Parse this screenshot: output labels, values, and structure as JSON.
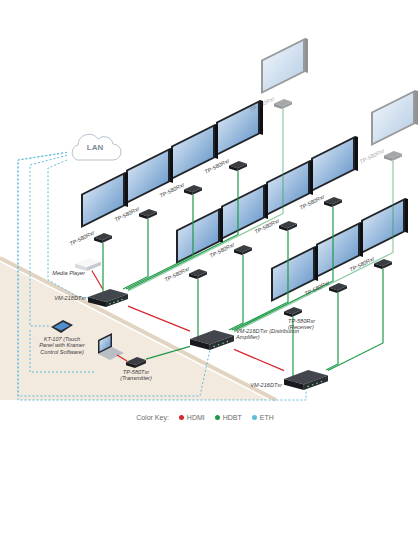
{
  "diagram": {
    "nodes": [
      {
        "text": [
          "LAN"
        ]
      },
      {
        "text": [
          "TP-580Rxr"
        ]
      },
      {
        "text": [
          "TP-580Rxr"
        ]
      },
      {
        "text": [
          "TP-580Rxr"
        ]
      },
      {
        "text": [
          "TP-580Rxr"
        ]
      },
      {
        "text": [
          "TP-580Rxr"
        ]
      },
      {
        "text": [
          "TP-580Rxr"
        ]
      },
      {
        "text": [
          "TP-580Rxr"
        ]
      },
      {
        "text": [
          "TP-580Rxr"
        ]
      },
      {
        "text": [
          "TP-580Rxr"
        ]
      },
      {
        "text": [
          "Media Player"
        ]
      },
      {
        "text": [
          "TP-580Rxr"
        ]
      },
      {
        "text": [
          "TP-580Rxr"
        ]
      },
      {
        "text": [
          "TP-580Rxr"
        ]
      },
      {
        "text": [
          "VM-216DTxr"
        ]
      },
      {
        "text": [
          "TP-580Rxr (Receiver)"
        ]
      },
      {
        "text": [
          "KT-107 (Touch Panel with Kramer Control Software)"
        ]
      },
      {
        "text": [
          "VM-216DTxr (Distribution Amplifier)"
        ]
      },
      {
        "text": [
          "TP-580Txr (Transmitter)"
        ]
      },
      {
        "text": [
          "VM-216DTxr"
        ]
      }
    ],
    "edges": [
      {
        "from": 10,
        "to": 14,
        "arrow": "none"
      },
      {
        "from": 14,
        "to": 17,
        "arrow": "none"
      },
      {
        "from": 17,
        "to": 19,
        "arrow": "none"
      },
      {
        "from": 18,
        "to": 17,
        "arrow": "none"
      },
      {
        "from": 14,
        "to": 8,
        "arrow": "none"
      },
      {
        "from": 14,
        "to": 6,
        "arrow": "none"
      },
      {
        "from": 14,
        "to": 4,
        "arrow": "none"
      },
      {
        "from": 14,
        "to": 3,
        "arrow": "none"
      },
      {
        "from": 14,
        "to": 1,
        "arrow": "none"
      },
      {
        "from": 17,
        "to": 12,
        "arrow": "none"
      },
      {
        "from": 17,
        "to": 9,
        "arrow": "none"
      },
      {
        "from": 17,
        "to": 7,
        "arrow": "none"
      },
      {
        "from": 17,
        "to": 5,
        "arrow": "none"
      },
      {
        "from": 17,
        "to": 2,
        "arrow": "none"
      },
      {
        "from": 19,
        "to": 15,
        "arrow": "none"
      },
      {
        "from": 19,
        "to": 13,
        "arrow": "none"
      },
      {
        "from": 19,
        "to": 11,
        "arrow": "none"
      },
      {
        "from": 0,
        "to": 16,
        "arrow": "none"
      },
      {
        "from": 0,
        "to": 14,
        "arrow": "none"
      },
      {
        "from": 0,
        "to": 17,
        "arrow": "none"
      },
      {
        "from": 0,
        "to": 19,
        "arrow": "none"
      }
    ],
    "labels": [
      "Color Key:"
    ],
    "legend": [
      {
        "text": "HDMI",
        "color": "#d8262e"
      },
      {
        "text": "HDBT",
        "color": "#1d9a48"
      },
      {
        "text": "ETH",
        "color": "#5fbcdc"
      }
    ]
  }
}
